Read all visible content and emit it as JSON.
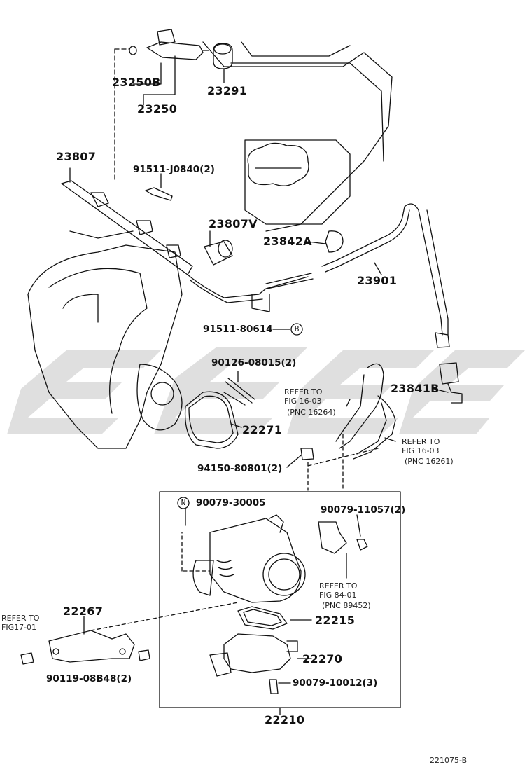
{
  "diagram": {
    "parts": {
      "p23250B": "23250B",
      "p23250": "23250",
      "p23291": "23291",
      "p23807": "23807",
      "p91511_J0840": "91511-J0840(2)",
      "p23807V": "23807V",
      "p23842A": "23842A",
      "p23901": "23901",
      "p91511_80614": "91511-80614",
      "p90126_08015": "90126-08015(2)",
      "p23841B": "23841B",
      "p22271": "22271",
      "p94150_80801": "94150-80801(2)",
      "p90079_30005": "90079-30005",
      "p90079_11057": "90079-11057(2)",
      "p22267": "22267",
      "p22215": "22215",
      "p22270": "22270",
      "p90119_08B48": "90119-08B48(2)",
      "p90079_10012": "90079-10012(3)",
      "p22210": "22210"
    },
    "markers": {
      "b": "B",
      "n": "N"
    },
    "refs": {
      "r1": {
        "line1": "REFER TO",
        "line2": "FIG 16-03",
        "line3": "(PNC 16264)"
      },
      "r2": {
        "line1": "REFER TO",
        "line2": "FIG 16-03",
        "line3": "(PNC 16261)"
      },
      "r3": {
        "line1": "REFER TO",
        "line2": "FIG 84-01",
        "line3": "(PNC 89452)"
      },
      "r4": {
        "line1": "REFER TO",
        "line2": "FIG17-01"
      }
    },
    "figure_code": "221075-B"
  }
}
